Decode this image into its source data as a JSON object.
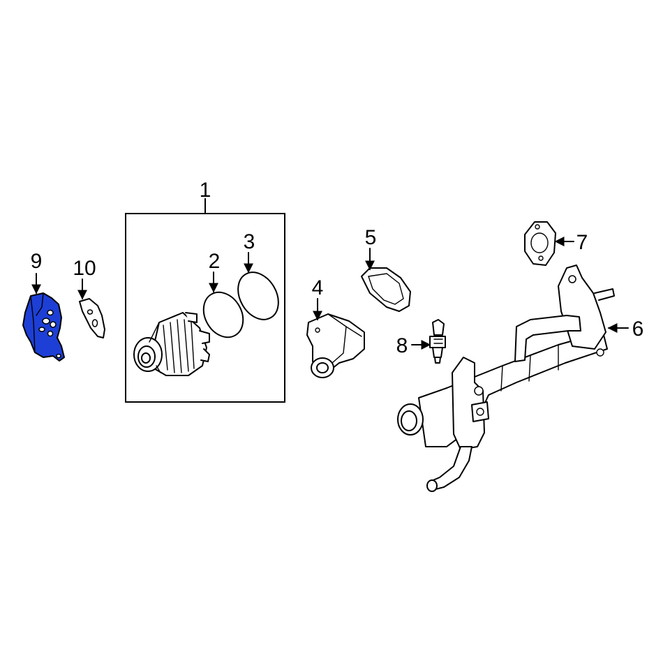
{
  "colors": {
    "highlight": "#1d3fd6",
    "line": "#000000",
    "background": "#ffffff"
  },
  "callouts": {
    "c1": "1",
    "c2": "2",
    "c3": "3",
    "c4": "4",
    "c5": "5",
    "c6": "6",
    "c7": "7",
    "c8": "8",
    "c9": "9",
    "c10": "10"
  },
  "highlighted_part": "9"
}
